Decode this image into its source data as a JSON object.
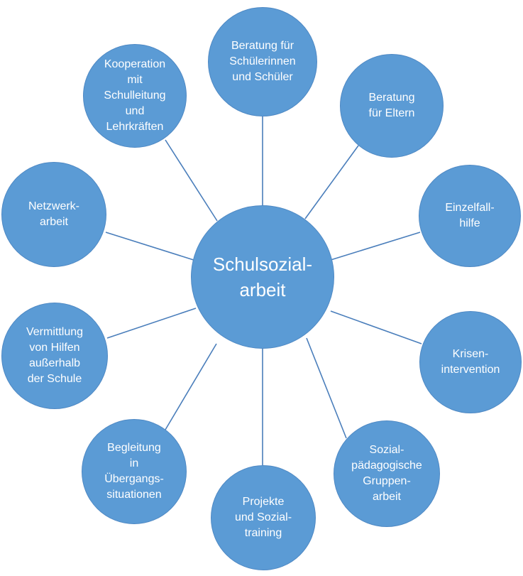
{
  "center": {
    "label": "Schulsozial-\narbeit"
  },
  "nodes": {
    "beratung_schueler": {
      "label": "Beratung für\nSchülerinnen\nund Schüler"
    },
    "beratung_eltern": {
      "label": "Beratung\nfür Eltern"
    },
    "einzelfallhilfe": {
      "label": "Einzelfall-\nhilfe"
    },
    "krisenintervention": {
      "label": "Krisen-\nintervention"
    },
    "sozialpaedagogische_gruppenarbeit": {
      "label": "Sozial-\npädagogische\nGruppen-\narbeit"
    },
    "projekte_sozialtraining": {
      "label": "Projekte\nund Sozial-\ntraining"
    },
    "begleitung_uebergang": {
      "label": "Begleitung\nin\nÜbergangs-\nsituationen"
    },
    "vermittlung_hilfen": {
      "label": "Vermittlung\nvon Hilfen\naußerhalb\nder Schule"
    },
    "netzwerkarbeit": {
      "label": "Netzwerk-\narbeit"
    },
    "kooperation": {
      "label": "Kooperation\nmit\nSchulleitung\nund\nLehrkräften"
    }
  },
  "colors": {
    "node_fill": "#5b9bd5",
    "node_border": "#4f89c4",
    "connector": "#4a7ebb",
    "text": "#ffffff"
  }
}
